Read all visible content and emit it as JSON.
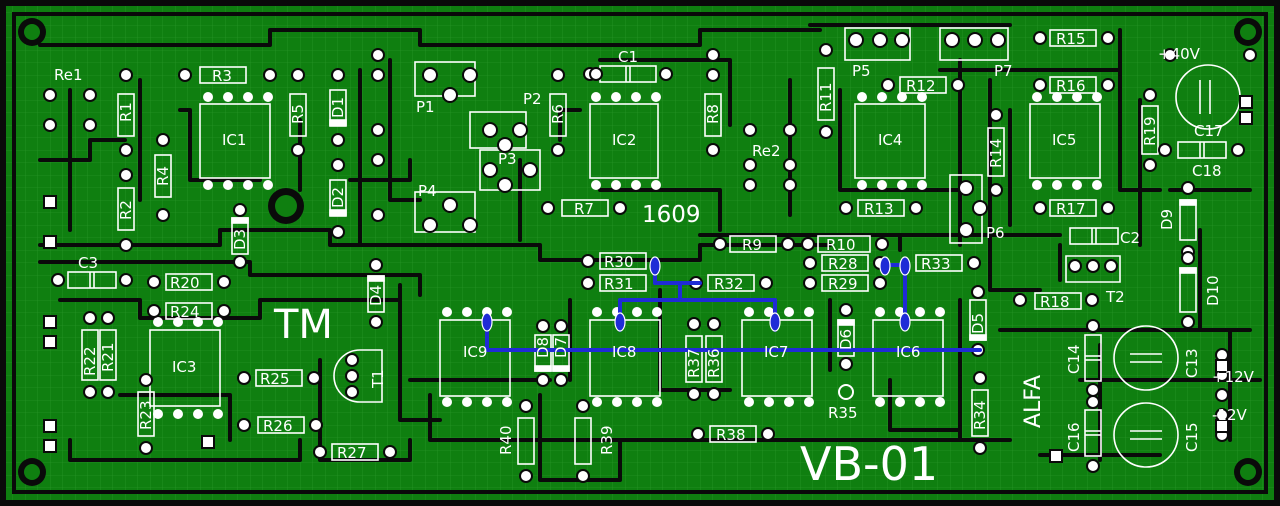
{
  "colors": {
    "board": "#0f7f10",
    "grid": "#3aa63a",
    "copper_cut": "#0a0a0a",
    "pad": "#ffffff",
    "silk": "#ffffff",
    "top_layer": "#1f2bd6"
  },
  "texts": {
    "board_name": "VB-01",
    "maker": "ALFA",
    "logo": "TM",
    "code": "1609",
    "plus40": "+40V",
    "plus12": "+12V",
    "minus12": "-12V"
  },
  "components": {
    "Re1": "Re1",
    "Re2": "Re2",
    "R1": "R1",
    "R2": "R2",
    "R3": "R3",
    "R4": "R4",
    "R5": "R5",
    "R6": "R6",
    "R7": "R7",
    "R8": "R8",
    "R9": "R9",
    "R10": "R10",
    "R11": "R11",
    "R12": "R12",
    "R13": "R13",
    "R14": "R14",
    "R15": "R15",
    "R16": "R16",
    "R17": "R17",
    "R18": "R18",
    "R19": "R19",
    "R20": "R20",
    "R21": "R21",
    "R22": "R22",
    "R23": "R23",
    "R24": "R24",
    "R25": "R25",
    "R26": "R26",
    "R27": "R27",
    "R28": "R28",
    "R29": "R29",
    "R30": "R30",
    "R31": "R31",
    "R32": "R32",
    "R33": "R33",
    "R34": "R34",
    "R35": "R35",
    "R36": "R36",
    "R37": "R37",
    "R38": "R38",
    "R39": "R39",
    "R40": "R40",
    "C1": "C1",
    "C2": "C2",
    "C3": "C3",
    "C13": "C13",
    "C14": "C14",
    "C15": "C15",
    "C16": "C16",
    "C17": "C17",
    "C18": "C18",
    "D1": "D1",
    "D2": "D2",
    "D3": "D3",
    "D4": "D4",
    "D5": "D5",
    "D6": "D6",
    "D7": "D7",
    "D8": "D8",
    "D9": "D9",
    "D10": "D10",
    "IC1": "IC1",
    "IC2": "IC2",
    "IC3": "IC3",
    "IC4": "IC4",
    "IC5": "IC5",
    "IC6": "IC6",
    "IC7": "IC7",
    "IC8": "IC8",
    "IC9": "IC9",
    "P1": "P1",
    "P2": "P2",
    "P3": "P3",
    "P4": "P4",
    "P5": "P5",
    "P6": "P6",
    "P7": "P7",
    "T1": "T1",
    "T2": "T2"
  }
}
